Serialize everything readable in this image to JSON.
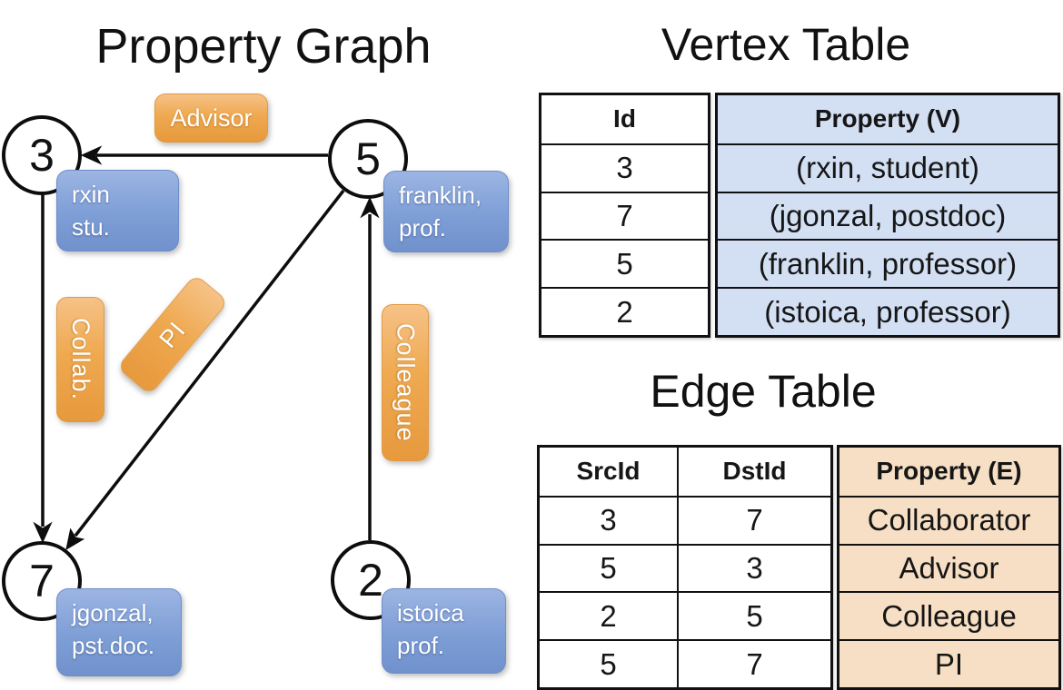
{
  "titles": {
    "graph": "Property Graph",
    "vertex_table": "Vertex Table",
    "edge_table": "Edge Table"
  },
  "graph": {
    "nodes": [
      {
        "id": "3",
        "property": [
          "rxin",
          "stu."
        ]
      },
      {
        "id": "5",
        "property": [
          "franklin,",
          "prof."
        ]
      },
      {
        "id": "7",
        "property": [
          "jgonzal,",
          "pst.doc."
        ]
      },
      {
        "id": "2",
        "property": [
          "istoica",
          "prof."
        ]
      }
    ],
    "edge_labels": {
      "advisor": "Advisor",
      "collab": "Collab.",
      "pi": "PI",
      "colleague": "Colleague"
    },
    "edges": [
      {
        "src": "5",
        "dst": "3",
        "label": "Advisor"
      },
      {
        "src": "3",
        "dst": "7",
        "label": "Collab."
      },
      {
        "src": "5",
        "dst": "7",
        "label": "PI"
      },
      {
        "src": "2",
        "dst": "5",
        "label": "Colleague"
      }
    ]
  },
  "vertex_table": {
    "headers": {
      "id": "Id",
      "property": "Property (V)"
    },
    "rows": [
      {
        "id": "3",
        "property": "(rxin, student)"
      },
      {
        "id": "7",
        "property": "(jgonzal, postdoc)"
      },
      {
        "id": "5",
        "property": "(franklin, professor)"
      },
      {
        "id": "2",
        "property": "(istoica, professor)"
      }
    ]
  },
  "edge_table": {
    "headers": {
      "src": "SrcId",
      "dst": "DstId",
      "property": "Property (E)"
    },
    "rows": [
      {
        "src": "3",
        "dst": "7",
        "property": "Collaborator"
      },
      {
        "src": "5",
        "dst": "3",
        "property": "Advisor"
      },
      {
        "src": "2",
        "dst": "5",
        "property": "Colleague"
      },
      {
        "src": "5",
        "dst": "7",
        "property": "PI"
      }
    ]
  },
  "colors": {
    "edge_label_orange": "#efa950",
    "vertex_box_blue": "#7e9ed6",
    "vertex_table_fill": "#d3dff3",
    "edge_table_fill": "#f6dfc4",
    "line_black": "#0d0d0d"
  }
}
